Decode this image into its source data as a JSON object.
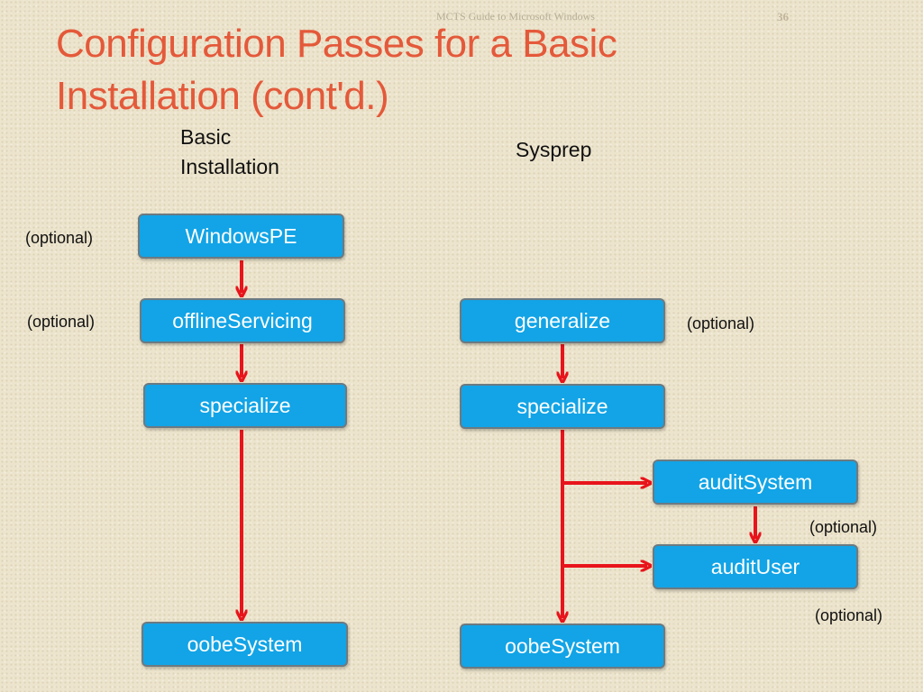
{
  "header_note": "MCTS Guide to Microsoft Windows",
  "slide_number": "36",
  "title": "Configuration Passes for a Basic Installation (cont'd.)",
  "columns": {
    "basic": {
      "heading": "Basic Installation",
      "passes": {
        "windowspe": "WindowsPE",
        "offline_servicing": "offlineServicing",
        "specialize": "specialize",
        "oobe_system": "oobeSystem"
      },
      "notes": {
        "windowspe": "(optional)",
        "offline_servicing": "(optional)"
      }
    },
    "sysprep": {
      "heading": "Sysprep",
      "passes": {
        "generalize": "generalize",
        "specialize": "specialize",
        "audit_system": "auditSystem",
        "audit_user": "auditUser",
        "oobe_system": "oobeSystem"
      },
      "notes": {
        "generalize": "(optional)",
        "audit_system": "(optional)",
        "audit_user": "(optional)"
      }
    }
  },
  "colors": {
    "title": "#e4593a",
    "box_fill": "#12a4e6",
    "arrow": "#e8141b"
  }
}
